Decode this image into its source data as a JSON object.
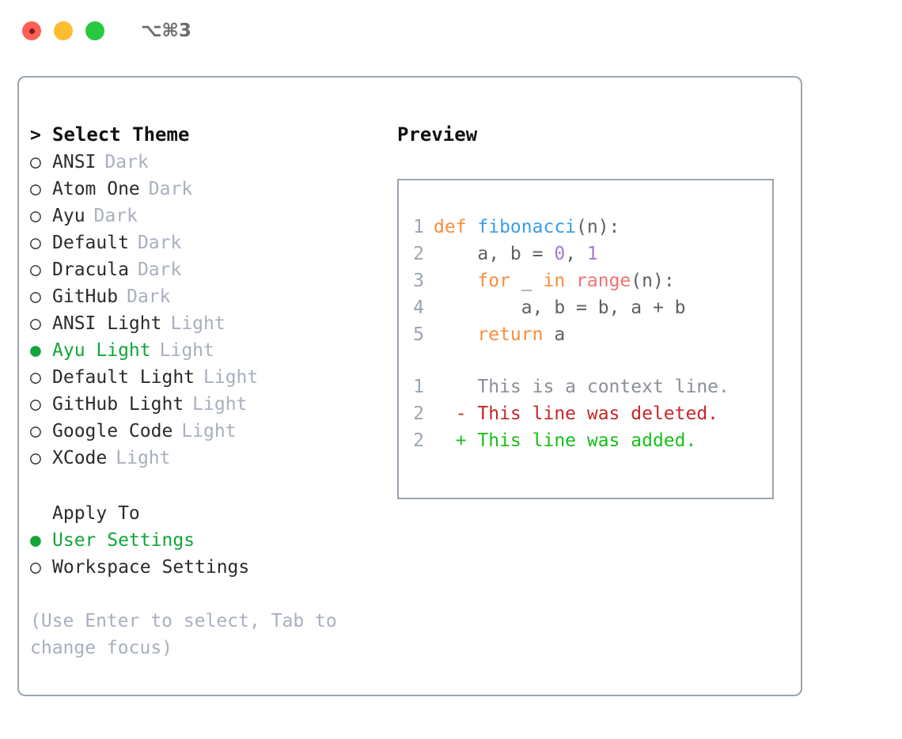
{
  "titlebar": {
    "traffic_lights": [
      "close",
      "minimize",
      "maximize"
    ],
    "shortcut": "⌥⌘3"
  },
  "theme_panel": {
    "header": {
      "prefix": ">",
      "title": "Select Theme"
    },
    "items": [
      {
        "bullet": "○",
        "label": "ANSI",
        "tag": "Dark",
        "selected": false
      },
      {
        "bullet": "○",
        "label": "Atom One",
        "tag": "Dark",
        "selected": false
      },
      {
        "bullet": "○",
        "label": "Ayu",
        "tag": "Dark",
        "selected": false
      },
      {
        "bullet": "○",
        "label": "Default",
        "tag": "Dark",
        "selected": false
      },
      {
        "bullet": "○",
        "label": "Dracula",
        "tag": "Dark",
        "selected": false
      },
      {
        "bullet": "○",
        "label": "GitHub",
        "tag": "Dark",
        "selected": false
      },
      {
        "bullet": "○",
        "label": "ANSI Light",
        "tag": "Light",
        "selected": false
      },
      {
        "bullet": "●",
        "label": "Ayu Light",
        "tag": "Light",
        "selected": true
      },
      {
        "bullet": "○",
        "label": "Default Light",
        "tag": "Light",
        "selected": false
      },
      {
        "bullet": "○",
        "label": "GitHub Light",
        "tag": "Light",
        "selected": false
      },
      {
        "bullet": "○",
        "label": "Google Code",
        "tag": "Light",
        "selected": false
      },
      {
        "bullet": "○",
        "label": "XCode",
        "tag": "Light",
        "selected": false
      }
    ]
  },
  "apply_to": {
    "title": "Apply To",
    "options": [
      {
        "bullet": "●",
        "label": "User Settings",
        "selected": true
      },
      {
        "bullet": "○",
        "label": "Workspace Settings",
        "selected": false
      }
    ]
  },
  "hint": "(Use Enter to select, Tab to change focus)",
  "preview": {
    "title": "Preview",
    "code_lines": [
      {
        "num": "1",
        "tokens": [
          {
            "t": "def ",
            "c": "kw"
          },
          {
            "t": "fibonacci",
            "c": "fn"
          },
          {
            "t": "(n):",
            "c": "pun"
          }
        ]
      },
      {
        "num": "2",
        "tokens": [
          {
            "t": "    a, b = ",
            "c": "var"
          },
          {
            "t": "0",
            "c": "num"
          },
          {
            "t": ", ",
            "c": "var"
          },
          {
            "t": "1",
            "c": "num"
          }
        ]
      },
      {
        "num": "3",
        "tokens": [
          {
            "t": "    ",
            "c": "var"
          },
          {
            "t": "for",
            "c": "kw"
          },
          {
            "t": " _ ",
            "c": "var"
          },
          {
            "t": "in",
            "c": "kw"
          },
          {
            "t": " ",
            "c": "var"
          },
          {
            "t": "range",
            "c": "bi"
          },
          {
            "t": "(n):",
            "c": "pun"
          }
        ]
      },
      {
        "num": "4",
        "tokens": [
          {
            "t": "        a, b = b, a + b",
            "c": "var"
          }
        ]
      },
      {
        "num": "5",
        "tokens": [
          {
            "t": "    ",
            "c": "var"
          },
          {
            "t": "return",
            "c": "kw"
          },
          {
            "t": " a",
            "c": "var"
          }
        ]
      }
    ],
    "diff_lines": [
      {
        "num": "1",
        "marker": " ",
        "text": "This is a context line.",
        "kind": "context"
      },
      {
        "num": "2",
        "marker": "-",
        "text": "This line was deleted.",
        "kind": "deleted"
      },
      {
        "num": "2",
        "marker": "+",
        "text": "This line was added.",
        "kind": "added"
      }
    ]
  },
  "colors": {
    "accent_green": "#13a538",
    "border": "#9aa5b1",
    "muted": "#a8b0bd",
    "keyword": "#fa8d3e",
    "function": "#399ee6",
    "number": "#a37acc",
    "builtin": "#f07171",
    "diff_deleted": "#c62828",
    "diff_added": "#17c017",
    "diff_context": "#8a8f98",
    "light_red": "#ff5f57",
    "light_yellow": "#febc2e",
    "light_green": "#28c840"
  }
}
